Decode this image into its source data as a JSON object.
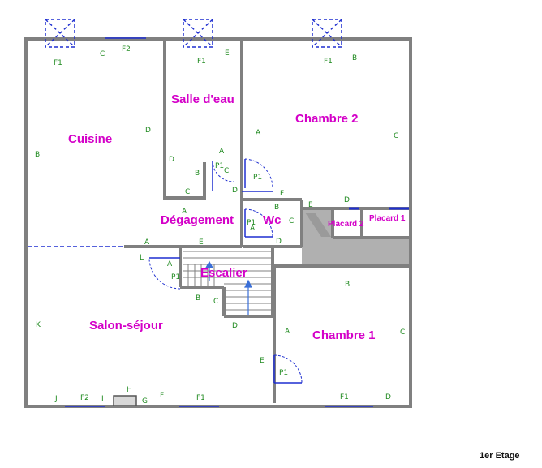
{
  "plan": {
    "floor": "1er Etage",
    "rooms": {
      "cuisine": "Cuisine",
      "salle_eau": "Salle d'eau",
      "chambre2": "Chambre 2",
      "degagement": "Dégagement",
      "wc": "Wc",
      "placard2": "Placard 2",
      "placard1": "Placard 1",
      "escalier": "Escalier",
      "salon": "Salon-séjour",
      "chambre1": "Chambre 1"
    },
    "wall_labels": {
      "cuisine": [
        "F1",
        "C",
        "F2",
        "D",
        "B"
      ],
      "salle_eau": [
        "F1",
        "E",
        "D",
        "B",
        "C",
        "A",
        "P1",
        "C",
        "D"
      ],
      "chambre2": [
        "F1",
        "B",
        "A",
        "C",
        "P1",
        "F"
      ],
      "degagement": [
        "A",
        "E",
        "A"
      ],
      "wc": [
        "B",
        "C",
        "P1",
        "A",
        "D"
      ],
      "placards": [
        "E",
        "D"
      ],
      "escalier": [
        "L",
        "A",
        "P1",
        "B",
        "C"
      ],
      "salon": [
        "K",
        "D",
        "E",
        "J",
        "F2",
        "I",
        "H",
        "G",
        "F",
        "F1"
      ],
      "chambre1": [
        "B",
        "A",
        "C",
        "P1",
        "F1",
        "D"
      ]
    },
    "colors": {
      "wall": "#808080",
      "room_label": "#d400c8",
      "wall_label": "#1f8a1f",
      "skylight": "#1f2fd0",
      "stair_arrow": "#3a6fd8",
      "window": "#1f2fd0",
      "corridor_fill": "#b0b0b0"
    }
  }
}
